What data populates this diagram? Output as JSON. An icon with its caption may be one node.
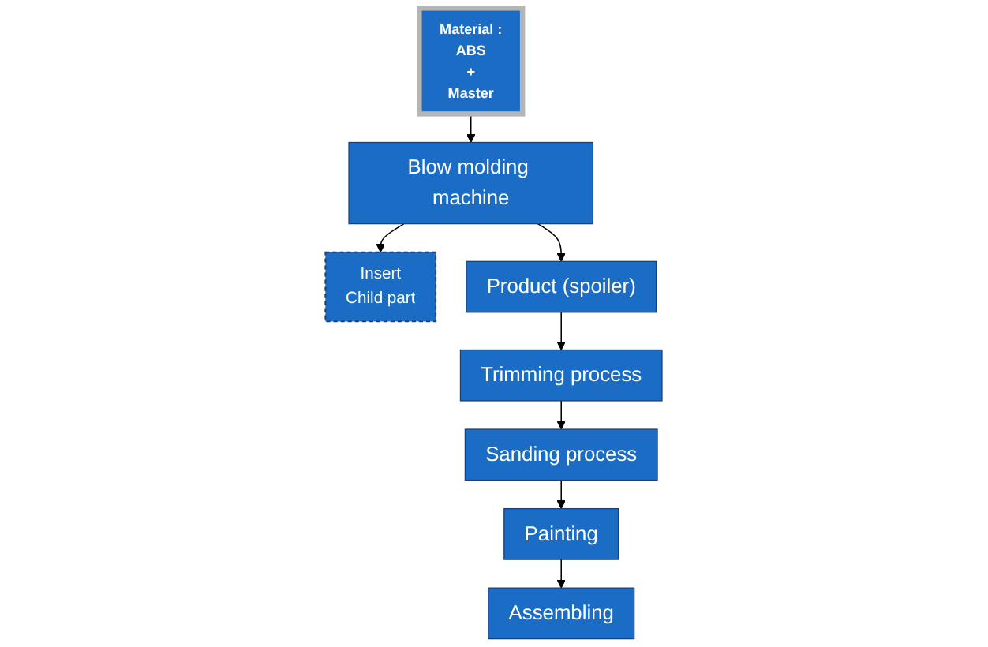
{
  "diagram": {
    "nodes": [
      {
        "text": [
          "Material :",
          "ABS",
          "+",
          "Master"
        ]
      },
      {
        "text": [
          "Blow molding machine"
        ]
      },
      {
        "text": [
          "Insert",
          "Child part"
        ]
      },
      {
        "text": [
          "Product (spoiler)"
        ]
      },
      {
        "text": [
          "Trimming process"
        ]
      },
      {
        "text": [
          "Sanding process"
        ]
      },
      {
        "text": [
          "Painting"
        ]
      },
      {
        "text": [
          "Assembling"
        ]
      }
    ],
    "edges": [
      {
        "from": 0,
        "to": 1,
        "arrow": "to"
      },
      {
        "from": 1,
        "to": 2,
        "arrow": "to"
      },
      {
        "from": 1,
        "to": 3,
        "arrow": "to"
      },
      {
        "from": 3,
        "to": 4,
        "arrow": "to"
      },
      {
        "from": 4,
        "to": 5,
        "arrow": "to"
      },
      {
        "from": 5,
        "to": 6,
        "arrow": "to"
      },
      {
        "from": 6,
        "to": 7,
        "arrow": "to"
      }
    ]
  }
}
